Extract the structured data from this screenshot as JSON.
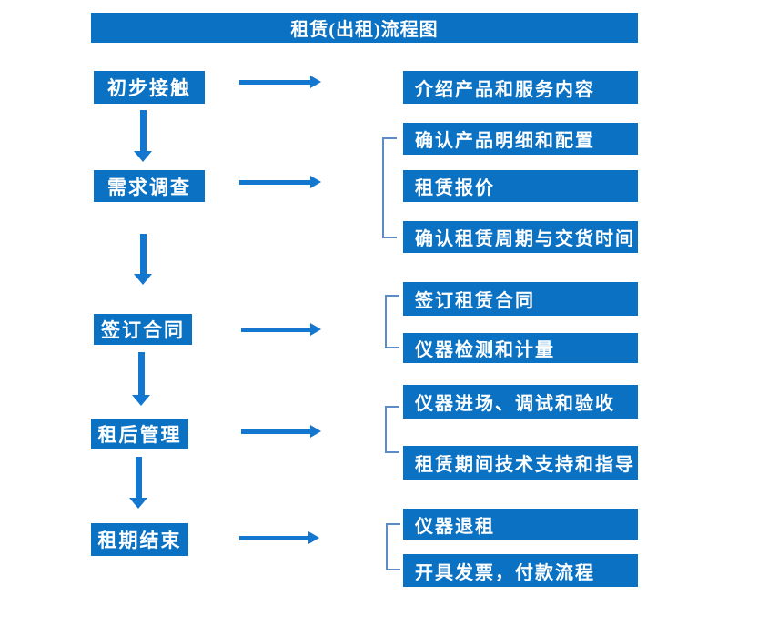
{
  "title": "租赁(出租)流程图",
  "colors": {
    "box_blue": "#0b71c3",
    "arrow_blue": "#1376cf",
    "bracket_blue": "#5d8bc7",
    "text_white": "#ffffff"
  },
  "steps": [
    {
      "label": "初步接触",
      "details": [
        "介绍产品和服务内容"
      ]
    },
    {
      "label": "需求调查",
      "details": [
        "确认产品明细和配置",
        "租赁报价",
        "确认租赁周期与交货时间"
      ]
    },
    {
      "label": "签订合同",
      "details": [
        "签订租赁合同",
        "仪器检测和计量"
      ]
    },
    {
      "label": "租后管理",
      "details": [
        "仪器进场、调试和验收",
        "租赁期间技术支持和指导"
      ]
    },
    {
      "label": "租期结束",
      "details": [
        "仪器退租",
        "开具发票，付款流程"
      ]
    }
  ]
}
